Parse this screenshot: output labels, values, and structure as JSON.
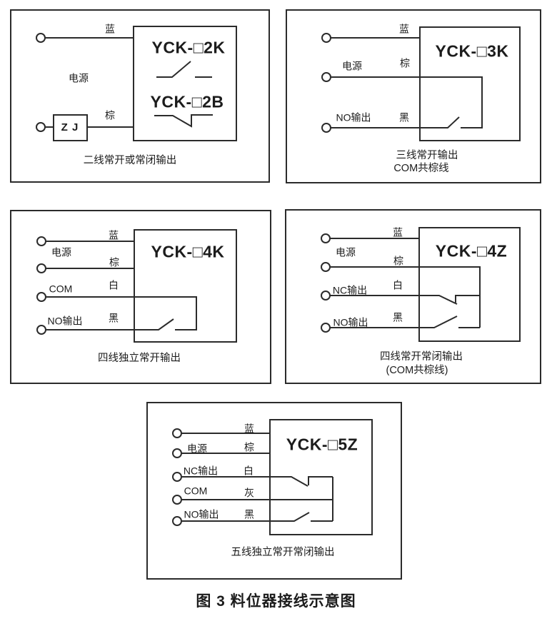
{
  "colors": {
    "line": "#2b2b2b",
    "background": "#ffffff",
    "text": "#1c1c1c"
  },
  "figure_caption": "图 3 料位器接线示意图",
  "panels": [
    {
      "model_no": "YCK-□2K",
      "model_nc": "YCK-□2B",
      "relay_label": "Z J",
      "power_label": "电源",
      "wire_blue": "蓝",
      "wire_brown": "棕",
      "caption": "二线常开或常闭输出"
    },
    {
      "model": "YCK-□3K",
      "power_label": "电源",
      "no_output_label": "NO输出",
      "wire_blue": "蓝",
      "wire_brown": "棕",
      "wire_black": "黑",
      "caption_line1": "三线常开输出",
      "caption_line2": "COM共棕线"
    },
    {
      "model": "YCK-□4K",
      "power_label": "电源",
      "com_label": "COM",
      "no_output_label": "NO输出",
      "wire_blue": "蓝",
      "wire_brown": "棕",
      "wire_white": "白",
      "wire_black": "黑",
      "caption": "四线独立常开输出"
    },
    {
      "model": "YCK-□4Z",
      "power_label": "电源",
      "nc_output_label": "NC输出",
      "no_output_label": "NO输出",
      "wire_blue": "蓝",
      "wire_brown": "棕",
      "wire_white": "白",
      "wire_black": "黑",
      "caption_line1": "四线常开常闭输出",
      "caption_line2": "(COM共棕线)"
    },
    {
      "model": "YCK-□5Z",
      "power_label": "电源",
      "nc_output_label": "NC输出",
      "com_label": "COM",
      "no_output_label": "NO输出",
      "wire_blue": "蓝",
      "wire_brown": "棕",
      "wire_white": "白",
      "wire_gray": "灰",
      "wire_black": "黑",
      "caption": "五线独立常开常闭输出"
    }
  ]
}
